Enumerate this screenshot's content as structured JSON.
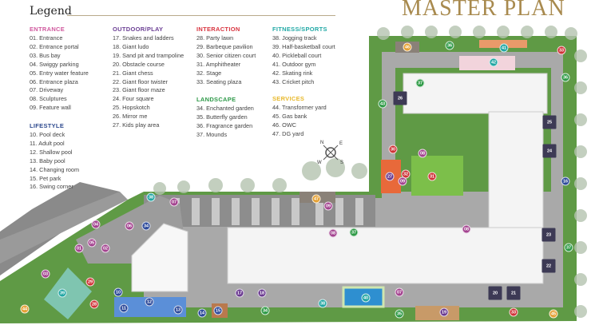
{
  "legend": {
    "title": "Legend",
    "sections": [
      {
        "title": "ENTRANCE",
        "color": "#d0599e",
        "items": [
          "01. Entrance",
          "02. Entrance portal",
          "03. Bus bay",
          "04. Swiggy parking",
          "05. Entry water feature",
          "06. Entrance plaza",
          "07. Driveway",
          "08. Sculptures",
          "09. Feature wall"
        ]
      },
      {
        "title": "LIFESTYLE",
        "color": "#2e4a8e",
        "items": [
          "10. Pool deck",
          "11. Adult pool",
          "12. Shallow pool",
          "13. Baby pool",
          "14. Changing room",
          "15. Pet park",
          "16. Swing corner"
        ]
      },
      {
        "title": "OUTDOOR/PLAY",
        "color": "#6b3f94",
        "items": [
          "17. Snakes and ladders",
          "18. Giant ludo",
          "19. Sand pit and trampoline",
          "20. Obstacle course",
          "21. Giant chess",
          "22. Giant floor twister",
          "23. Giant floor maze",
          "24. Four square",
          "25. Hopskotch",
          "26. Mirror me",
          "27. Kids play area"
        ]
      },
      {
        "title": "INTERACTION",
        "color": "#d8343f",
        "items": [
          "28. Party lawn",
          "29. Barbeque pavilion",
          "30. Senior citizen court",
          "31. Amphitheater",
          "32. Stage",
          "33. Seating plaza"
        ]
      },
      {
        "title": "LANDSCAPE",
        "color": "#2f9a4a",
        "items": [
          "34. Enchanted garden",
          "35. Butterfly garden",
          "36. Fragrance garden",
          "37. Mounds"
        ]
      },
      {
        "title": "FITNESS/SPORTS",
        "color": "#22a9a6",
        "items": [
          "38. Jogging track",
          "39. Half-basketball court",
          "40. Pickleball court",
          "41. Outdoor gym",
          "42. Skating rink",
          "43. Cricket pitch"
        ]
      },
      {
        "title": "SERVICES",
        "color": "#e8b92c",
        "items": [
          "44. Transformer yard",
          "45. Gas bank",
          "46. OWC",
          "47. DG yard"
        ]
      }
    ]
  },
  "plan_title": "MASTER PLAN",
  "compass": {
    "n": "N",
    "e": "E",
    "s": "S",
    "w": "W"
  },
  "marker_colors": {
    "entrance": "#a3438f",
    "lifestyle": "#2d4a9b",
    "play": "#6a3a90",
    "play_pad": "#3d3a55",
    "interaction": "#cf3337",
    "landscape": "#2e9a46",
    "fitness": "#22a6a3",
    "services": "#e5a135"
  },
  "markers": [
    {
      "n": "46",
      "c": "services"
    },
    {
      "n": "36",
      "c": "landscape"
    },
    {
      "n": "41",
      "c": "fitness"
    },
    {
      "n": "33",
      "c": "interaction"
    },
    {
      "n": "42",
      "c": "fitness"
    },
    {
      "n": "37",
      "c": "landscape"
    },
    {
      "n": "36",
      "c": "landscape"
    },
    {
      "n": "43",
      "c": "landscape"
    },
    {
      "n": "26",
      "c": "play_pad"
    },
    {
      "n": "25",
      "c": "play_pad"
    },
    {
      "n": "30",
      "c": "interaction"
    },
    {
      "n": "08",
      "c": "entrance"
    },
    {
      "n": "27",
      "c": "play"
    },
    {
      "n": "32",
      "c": "interaction"
    },
    {
      "n": "09",
      "c": "entrance"
    },
    {
      "n": "31",
      "c": "interaction"
    },
    {
      "n": "24",
      "c": "play_pad"
    },
    {
      "n": "16",
      "c": "lifestyle"
    },
    {
      "n": "47",
      "c": "services"
    },
    {
      "n": "09",
      "c": "entrance"
    },
    {
      "n": "08",
      "c": "entrance"
    },
    {
      "n": "37",
      "c": "landscape"
    },
    {
      "n": "08",
      "c": "entrance"
    },
    {
      "n": "23",
      "c": "play_pad"
    },
    {
      "n": "37",
      "c": "landscape"
    },
    {
      "n": "22",
      "c": "play_pad"
    },
    {
      "n": "07",
      "c": "entrance"
    },
    {
      "n": "40",
      "c": "fitness"
    },
    {
      "n": "20",
      "c": "play_pad"
    },
    {
      "n": "21",
      "c": "play_pad"
    },
    {
      "n": "38",
      "c": "fitness"
    },
    {
      "n": "35",
      "c": "landscape"
    },
    {
      "n": "19",
      "c": "play"
    },
    {
      "n": "33",
      "c": "interaction"
    },
    {
      "n": "45",
      "c": "services"
    },
    {
      "n": "38",
      "c": "fitness"
    },
    {
      "n": "07",
      "c": "entrance"
    },
    {
      "n": "04",
      "c": "entrance"
    },
    {
      "n": "06",
      "c": "entrance"
    },
    {
      "n": "34",
      "c": "lifestyle"
    },
    {
      "n": "05",
      "c": "entrance"
    },
    {
      "n": "01",
      "c": "entrance"
    },
    {
      "n": "02",
      "c": "entrance"
    },
    {
      "n": "03",
      "c": "entrance"
    },
    {
      "n": "29",
      "c": "interaction"
    },
    {
      "n": "10",
      "c": "lifestyle"
    },
    {
      "n": "39",
      "c": "fitness"
    },
    {
      "n": "28",
      "c": "interaction"
    },
    {
      "n": "12",
      "c": "lifestyle"
    },
    {
      "n": "11",
      "c": "lifestyle"
    },
    {
      "n": "13",
      "c": "lifestyle"
    },
    {
      "n": "14",
      "c": "lifestyle"
    },
    {
      "n": "15",
      "c": "lifestyle"
    },
    {
      "n": "17",
      "c": "play"
    },
    {
      "n": "18",
      "c": "play"
    },
    {
      "n": "34",
      "c": "landscape"
    },
    {
      "n": "44",
      "c": "services"
    }
  ]
}
